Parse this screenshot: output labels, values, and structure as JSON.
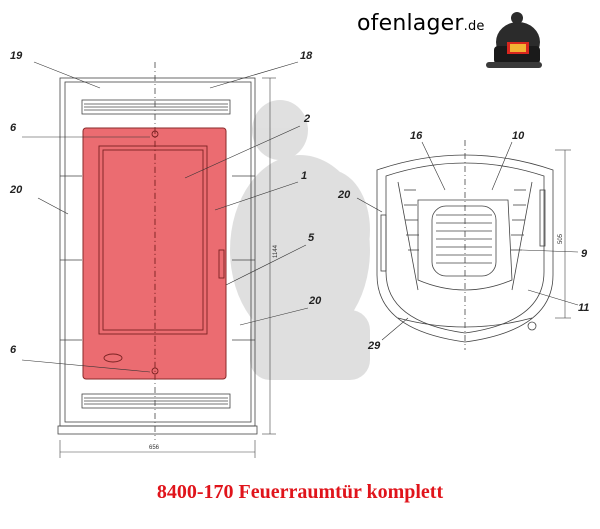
{
  "brand": {
    "name": "ofenlager",
    "tld": ".de"
  },
  "caption": "8400-170 Feuerraumtür komplett",
  "front_view": {
    "callouts": {
      "c19": "19",
      "c18": "18",
      "c6a": "6",
      "c2": "2",
      "c20a": "20",
      "c1": "1",
      "c5": "5",
      "c20b": "20",
      "c6b": "6"
    },
    "dim_height": "1144",
    "dim_width": "656"
  },
  "top_view": {
    "callouts": {
      "c16": "16",
      "c10": "10",
      "c20": "20",
      "c9": "9",
      "c11": "11",
      "c29": "29"
    },
    "dim_depth": "505"
  },
  "colors": {
    "highlight": "#e8585d",
    "caption": "#e0141b"
  }
}
